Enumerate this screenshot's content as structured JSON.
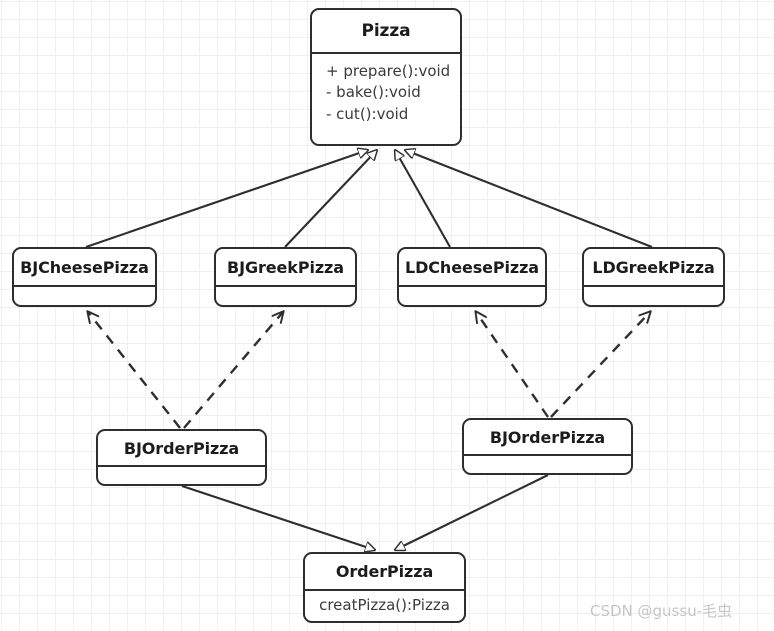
{
  "diagram": {
    "kind": "uml-class-diagram",
    "title": "Pizza Factory Method UML",
    "background": "#ffffff",
    "grid_minor_color": "#f0f0f0",
    "grid_major_color": "#e2e2e2",
    "stroke_color": "#2e2e2e",
    "text_color": "#1c1c1c",
    "member_text_color": "#3b3b3b"
  },
  "classes": {
    "pizza": {
      "name": "Pizza",
      "members": [
        "+ prepare():void",
        "- bake():void",
        "- cut():void"
      ]
    },
    "bj_cheese_pizza": {
      "name": "BJCheesePizza",
      "members": []
    },
    "bj_greek_pizza": {
      "name": "BJGreekPizza",
      "members": []
    },
    "ld_cheese_pizza": {
      "name": "LDCheesePizza",
      "members": []
    },
    "ld_greek_pizza": {
      "name": "LDGreekPizza",
      "members": []
    },
    "bj_order_pizza_left": {
      "name": "BJOrderPizza",
      "members": []
    },
    "bj_order_pizza_right": {
      "name": "BJOrderPizza",
      "members": []
    },
    "order_pizza": {
      "name": "OrderPizza",
      "members": [
        "creatPizza():Pizza"
      ]
    }
  },
  "relations": [
    {
      "type": "generalization",
      "from": "BJCheesePizza",
      "to": "Pizza",
      "style": "solid",
      "arrow": "hollow-triangle"
    },
    {
      "type": "generalization",
      "from": "BJGreekPizza",
      "to": "Pizza",
      "style": "solid",
      "arrow": "hollow-triangle"
    },
    {
      "type": "generalization",
      "from": "LDCheesePizza",
      "to": "Pizza",
      "style": "solid",
      "arrow": "hollow-triangle"
    },
    {
      "type": "generalization",
      "from": "LDGreekPizza",
      "to": "Pizza",
      "style": "solid",
      "arrow": "hollow-triangle"
    },
    {
      "type": "dependency",
      "from": "BJOrderPizza",
      "to": "BJCheesePizza",
      "style": "dashed",
      "arrow": "open"
    },
    {
      "type": "dependency",
      "from": "BJOrderPizza",
      "to": "BJGreekPizza",
      "style": "dashed",
      "arrow": "open"
    },
    {
      "type": "dependency",
      "from": "BJOrderPizza",
      "to": "LDCheesePizza",
      "style": "dashed",
      "arrow": "open"
    },
    {
      "type": "dependency",
      "from": "BJOrderPizza",
      "to": "LDGreekPizza",
      "style": "dashed",
      "arrow": "open"
    },
    {
      "type": "generalization",
      "from": "BJOrderPizza",
      "to": "OrderPizza",
      "style": "solid",
      "arrow": "hollow-triangle"
    },
    {
      "type": "generalization",
      "from": "BJOrderPizza",
      "to": "OrderPizza",
      "style": "solid",
      "arrow": "hollow-triangle"
    }
  ],
  "watermark": {
    "text": "CSDN @gussu-毛虫",
    "color": "#c3c6cb"
  }
}
